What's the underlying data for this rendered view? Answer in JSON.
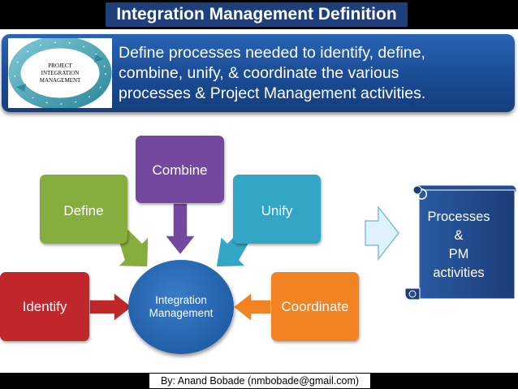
{
  "header": {
    "title": "Integration Management Definition"
  },
  "banner": {
    "text": "Define processes needed to identify, define,\ncombine, unify, & coordinate the various\nprocesses & Project Management activities."
  },
  "logo": {
    "center_text": [
      "PROJECT",
      "INTEGRATION",
      "MANAGEMENT"
    ],
    "ring_color": "#4aa5b5"
  },
  "diagram": {
    "nodes": [
      {
        "id": "combine",
        "label": "Combine",
        "color": "#7548a0"
      },
      {
        "id": "define",
        "label": "Define",
        "color": "#85ae3f"
      },
      {
        "id": "unify",
        "label": "Unify",
        "color": "#34a6c5"
      },
      {
        "id": "identify",
        "label": "Identify",
        "color": "#c0272b"
      },
      {
        "id": "coordinate",
        "label": "Coordinate",
        "color": "#f28322"
      }
    ],
    "hub": {
      "label": "Integration\nManagement",
      "color": "#2160a8"
    },
    "output": {
      "label": "Processes\n&\nPM\nactivities",
      "color": "#1f3f7a"
    }
  },
  "footer": {
    "credit": "By: Anand Bobade (nmbobade@gmail.com)"
  }
}
